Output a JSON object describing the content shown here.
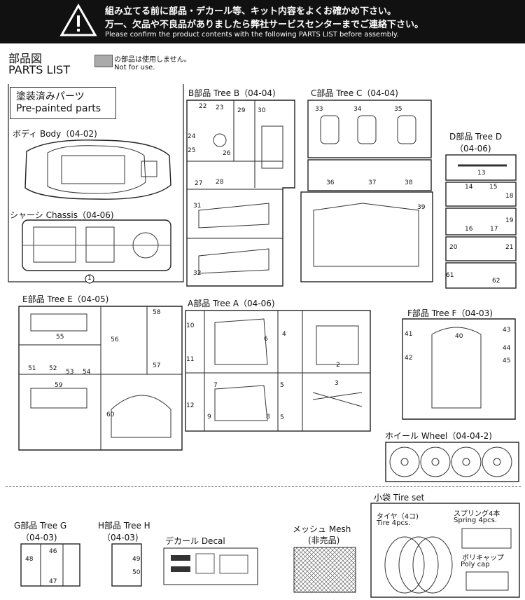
{
  "header": {
    "line1": "組み立てる前に部品・デカール等、キット内容をよくお確かめ下さい。",
    "line2": "万一、欠品や不良品がありましたら弊社サービスセンターまでご連絡下さい。",
    "line3": "Please confirm the product contents with the following PARTS LIST before assembly."
  },
  "title": {
    "jp": "部品図",
    "en": "PARTS LIST"
  },
  "legend": {
    "jp": "の部品は使用しません。",
    "en": "Not for use."
  },
  "prepainted": {
    "jp": "塗装済みパーツ",
    "en": "Pre-painted parts"
  },
  "body_label": "ボディ Body（04-02)",
  "chassis_label": "シャーシ Chassis（04-06)",
  "tree_b": "B部品 Tree B（04-04)",
  "tree_c": "C部品 Tree C（04-04)",
  "tree_d": {
    "l1": "D部品 Tree D",
    "l2": "（04-06)"
  },
  "tree_e": "E部品 Tree E（04-05)",
  "tree_a": "A部品 Tree A（04-06)",
  "tree_f": "F部品 Tree F（04-03)",
  "wheel": "ホイール Wheel（04-04-2)",
  "tire_set": "小袋 Tire set",
  "tire": {
    "jp": "タイヤ（4コ)",
    "en": "Tire 4pcs."
  },
  "spring": {
    "jp": "スプリング4本",
    "en": "Spring 4pcs."
  },
  "polycap": {
    "jp": "ポリキャップ",
    "en": "Poly cap"
  },
  "tree_g": {
    "l1": "G部品 Tree G",
    "l2": "（04-03)"
  },
  "tree_h": {
    "l1": "H部品 Tree H",
    "l2": "（04-03)"
  },
  "decal": "デカール Decal",
  "mesh": {
    "l1": "メッシュ Mesh",
    "l2": "(非売品)"
  },
  "numbers": {
    "n1": "1",
    "n2": "2",
    "n3": "3",
    "n4": "4",
    "n5": "5",
    "n6": "6",
    "n7": "7",
    "n8": "8",
    "n9": "9",
    "n10": "10",
    "n11": "11",
    "n12": "12",
    "n13": "13",
    "n14": "14",
    "n15": "15",
    "n16": "16",
    "n17": "17",
    "n18": "18",
    "n19": "19",
    "n20": "20",
    "n21": "21",
    "n22": "22",
    "n23": "23",
    "n24": "24",
    "n25": "25",
    "n26": "26",
    "n27": "27",
    "n28": "28",
    "n29": "29",
    "n30": "30",
    "n31": "31",
    "n32": "32",
    "n33": "33",
    "n34": "34",
    "n35": "35",
    "n36": "36",
    "n37": "37",
    "n38": "38",
    "n39": "39",
    "n40": "40",
    "n41": "41",
    "n42": "42",
    "n43": "43",
    "n44": "44",
    "n45": "45",
    "n46": "46",
    "n47": "47",
    "n48": "48",
    "n49": "49",
    "n50": "50",
    "n51": "51",
    "n52": "52",
    "n53": "53",
    "n54": "54",
    "n55": "55",
    "n56": "56",
    "n57": "57",
    "n58": "58",
    "n59": "59",
    "n60": "60",
    "n61": "61",
    "n62": "62"
  }
}
